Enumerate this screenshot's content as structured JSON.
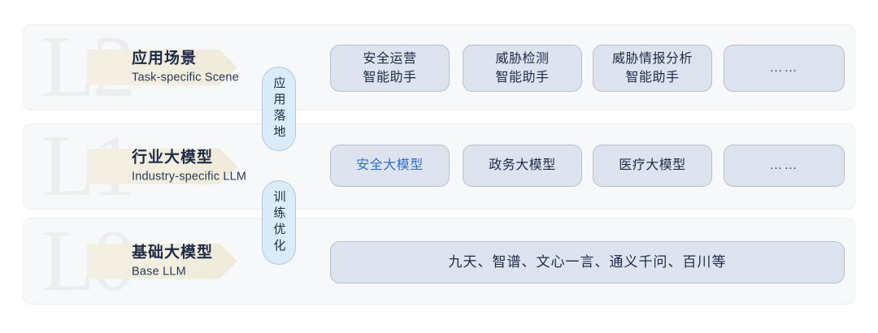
{
  "theme": {
    "page_bg": "#ffffff",
    "card_bg": "#f7f8f9",
    "card_border": "#eceef0",
    "box_bg": "#dde4f0",
    "box_border": "#b7bfca",
    "pill_bg": "#d9ecfa",
    "pill_border": "#b7c6d2",
    "banner_beige": "#f2eee0",
    "text_dark": "#1d2b45",
    "accent_blue": "#2f6fd0",
    "watermark": "#eceeee"
  },
  "levels": [
    {
      "id": "L2",
      "watermark": "L2",
      "title_cn": "应用场景",
      "title_en": "Task-specific Scene",
      "boxes": [
        {
          "name": "sec-ops",
          "line1": "安全运营",
          "line2": "智能助手",
          "accent": false
        },
        {
          "name": "threat-dt",
          "line1": "威胁检测",
          "line2": "智能助手",
          "accent": false
        },
        {
          "name": "threat-in",
          "line1": "威胁情报分析",
          "line2": "智能助手",
          "accent": false
        },
        {
          "name": "more",
          "line1": "……",
          "line2": "",
          "accent": false
        }
      ]
    },
    {
      "id": "L1",
      "watermark": "L1",
      "title_cn": "行业大模型",
      "title_en": "Industry-specific LLM",
      "boxes": [
        {
          "name": "sec-llm",
          "line1": "安全大模型",
          "line2": "",
          "accent": true
        },
        {
          "name": "gov-llm",
          "line1": "政务大模型",
          "line2": "",
          "accent": false
        },
        {
          "name": "med-llm",
          "line1": "医疗大模型",
          "line2": "",
          "accent": false
        },
        {
          "name": "more",
          "line1": "……",
          "line2": "",
          "accent": false
        }
      ]
    },
    {
      "id": "L0",
      "watermark": "L0",
      "title_cn": "基础大模型",
      "title_en": "Base LLM",
      "boxes": [
        {
          "name": "base-llm",
          "line1": "九天、智谱、文心一言、通义千问、百川等",
          "line2": "",
          "accent": false
        }
      ]
    }
  ],
  "connectors": [
    {
      "name": "apply",
      "label": "应用落地"
    },
    {
      "name": "train",
      "label": "训练优化"
    }
  ]
}
